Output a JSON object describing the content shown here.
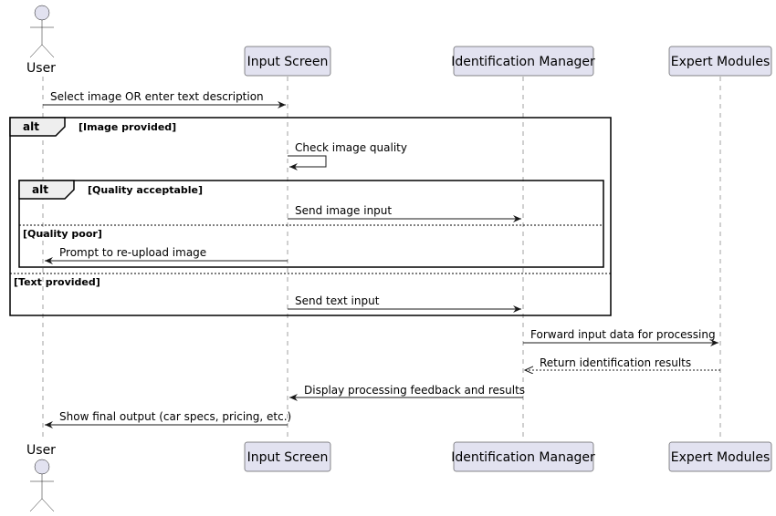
{
  "actor": {
    "name": "User",
    "icon": "stick-figure-icon"
  },
  "participants": [
    {
      "id": "input",
      "name": "Input Screen"
    },
    {
      "id": "idm",
      "name": "Identification Manager"
    },
    {
      "id": "expert",
      "name": "Expert Modules"
    }
  ],
  "fragments": {
    "outer": {
      "keyword": "alt",
      "guard": "[Image provided]",
      "else_guard": "[Text provided]"
    },
    "inner": {
      "keyword": "alt",
      "guard": "[Quality acceptable]",
      "else_guard": "[Quality poor]"
    }
  },
  "messages": [
    {
      "from": "User",
      "to": "Input Screen",
      "text": "Select image OR enter text description"
    },
    {
      "from": "Input Screen",
      "to": "Input Screen",
      "text": "Check image quality"
    },
    {
      "from": "Input Screen",
      "to": "Identification Manager",
      "text": "Send image input"
    },
    {
      "from": "Input Screen",
      "to": "User",
      "text": "Prompt to re-upload image"
    },
    {
      "from": "Input Screen",
      "to": "Identification Manager",
      "text": "Send text input"
    },
    {
      "from": "Identification Manager",
      "to": "Expert Modules",
      "text": "Forward input data for processing"
    },
    {
      "from": "Expert Modules",
      "to": "Identification Manager",
      "text": "Return identification results",
      "style": "dashed"
    },
    {
      "from": "Identification Manager",
      "to": "Input Screen",
      "text": "Display processing feedback and results"
    },
    {
      "from": "Input Screen",
      "to": "User",
      "text": "Show final output (car specs, pricing, etc.)"
    }
  ],
  "colors": {
    "participant_fill": "#E2E2F0",
    "line": "#181818",
    "lifeline": "#A0A0A0",
    "tab_fill": "#EEEEEE"
  }
}
